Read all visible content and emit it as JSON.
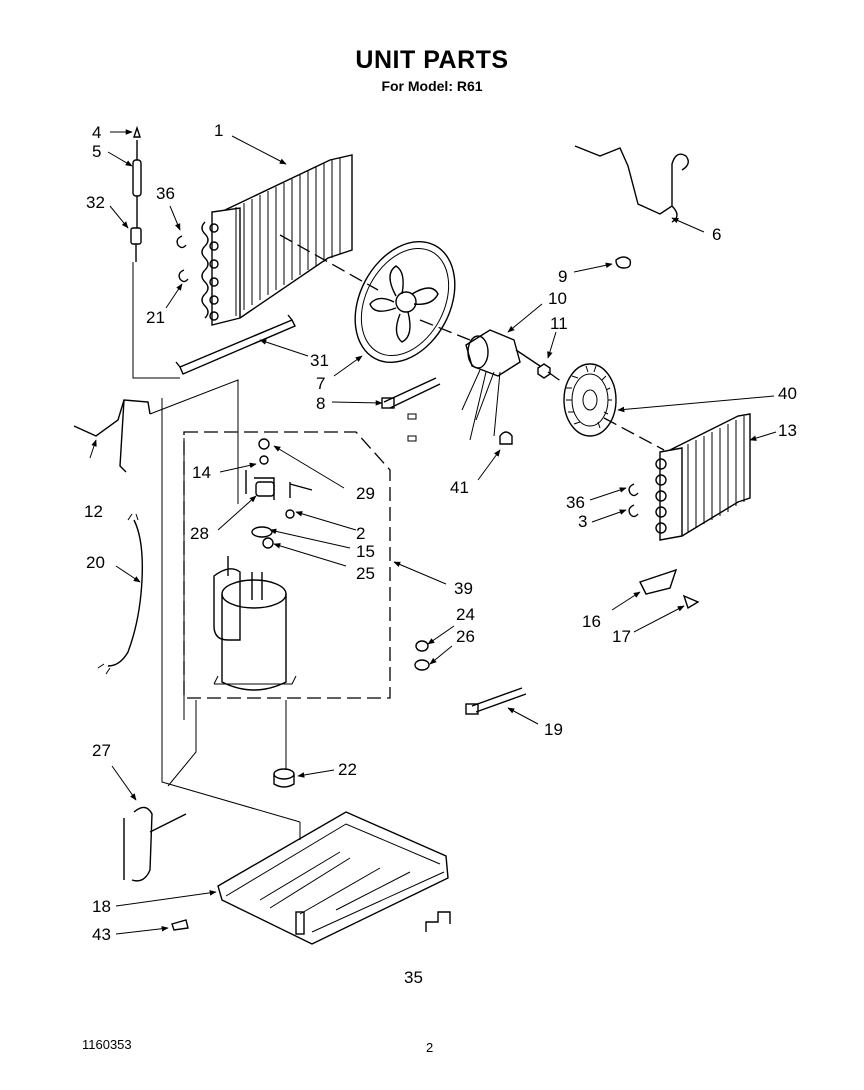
{
  "header": {
    "title": "UNIT PARTS",
    "subtitle": "For Model: R61"
  },
  "footer": {
    "doc_number": "1160353",
    "page": "2"
  },
  "callouts": [
    "1",
    "2",
    "3",
    "4",
    "5",
    "6",
    "7",
    "8",
    "9",
    "10",
    "11",
    "12",
    "13",
    "14",
    "15",
    "16",
    "17",
    "18",
    "19",
    "20",
    "21",
    "22",
    "24",
    "25",
    "26",
    "27",
    "28",
    "29",
    "31",
    "32",
    "35",
    "36",
    "39",
    "40",
    "41",
    "43"
  ],
  "labels": {
    "c1": "1",
    "c2": "2",
    "c3": "3",
    "c4": "4",
    "c5": "5",
    "c6": "6",
    "c7": "7",
    "c8": "8",
    "c9": "9",
    "c10": "10",
    "c11": "11",
    "c12": "12",
    "c13": "13",
    "c14": "14",
    "c15": "15",
    "c16": "16",
    "c17": "17",
    "c18": "18",
    "c19": "19",
    "c20": "20",
    "c21": "21",
    "c22": "22",
    "c24": "24",
    "c25": "25",
    "c26": "26",
    "c27": "27",
    "c28": "28",
    "c29": "29",
    "c31": "31",
    "c32": "32",
    "c35": "35",
    "c36a": "36",
    "c36b": "36",
    "c39": "39",
    "c40": "40",
    "c41": "41",
    "c43": "43"
  }
}
